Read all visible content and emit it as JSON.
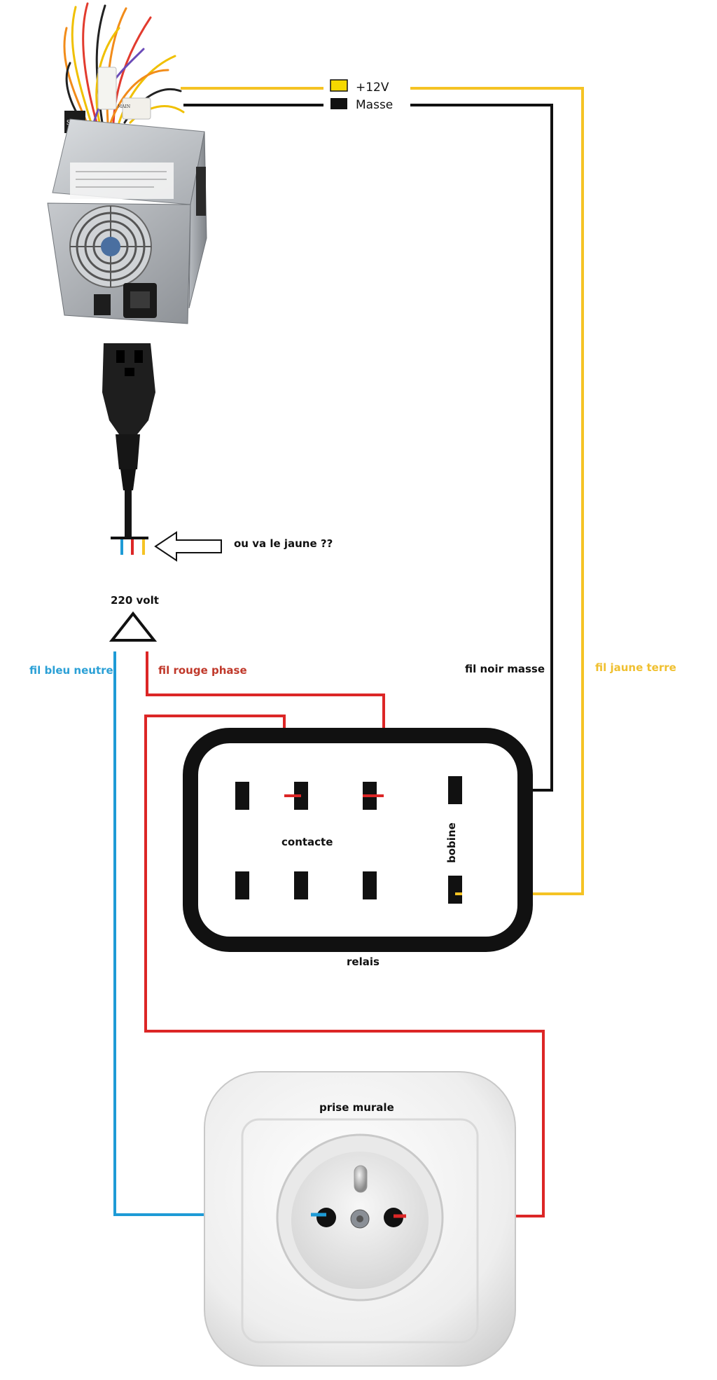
{
  "legend": {
    "plus12v": "+12V",
    "masse": "Masse"
  },
  "psu": {
    "sata_label": "SATA",
    "main_label": "MAIN"
  },
  "labels": {
    "question": "ou va le jaune ??",
    "volt220": "220 volt",
    "fil_bleu_neutre": "fil bleu neutre",
    "fil_rouge_phase": "fil rouge phase",
    "fil_noir_masse": "fil noir masse",
    "fil_jaune_terre": "fil jaune terre",
    "contacte": "contacte",
    "bobine": "bobine",
    "relais": "relais",
    "prise_murale": "prise murale"
  },
  "colors": {
    "yellow": "#f5c324",
    "black": "#111111",
    "red": "#dc2626",
    "blue": "#1e9bd6",
    "label_blue": "#2ba0d6",
    "label_red": "#c0392b",
    "label_yellow": "#f0c030"
  }
}
